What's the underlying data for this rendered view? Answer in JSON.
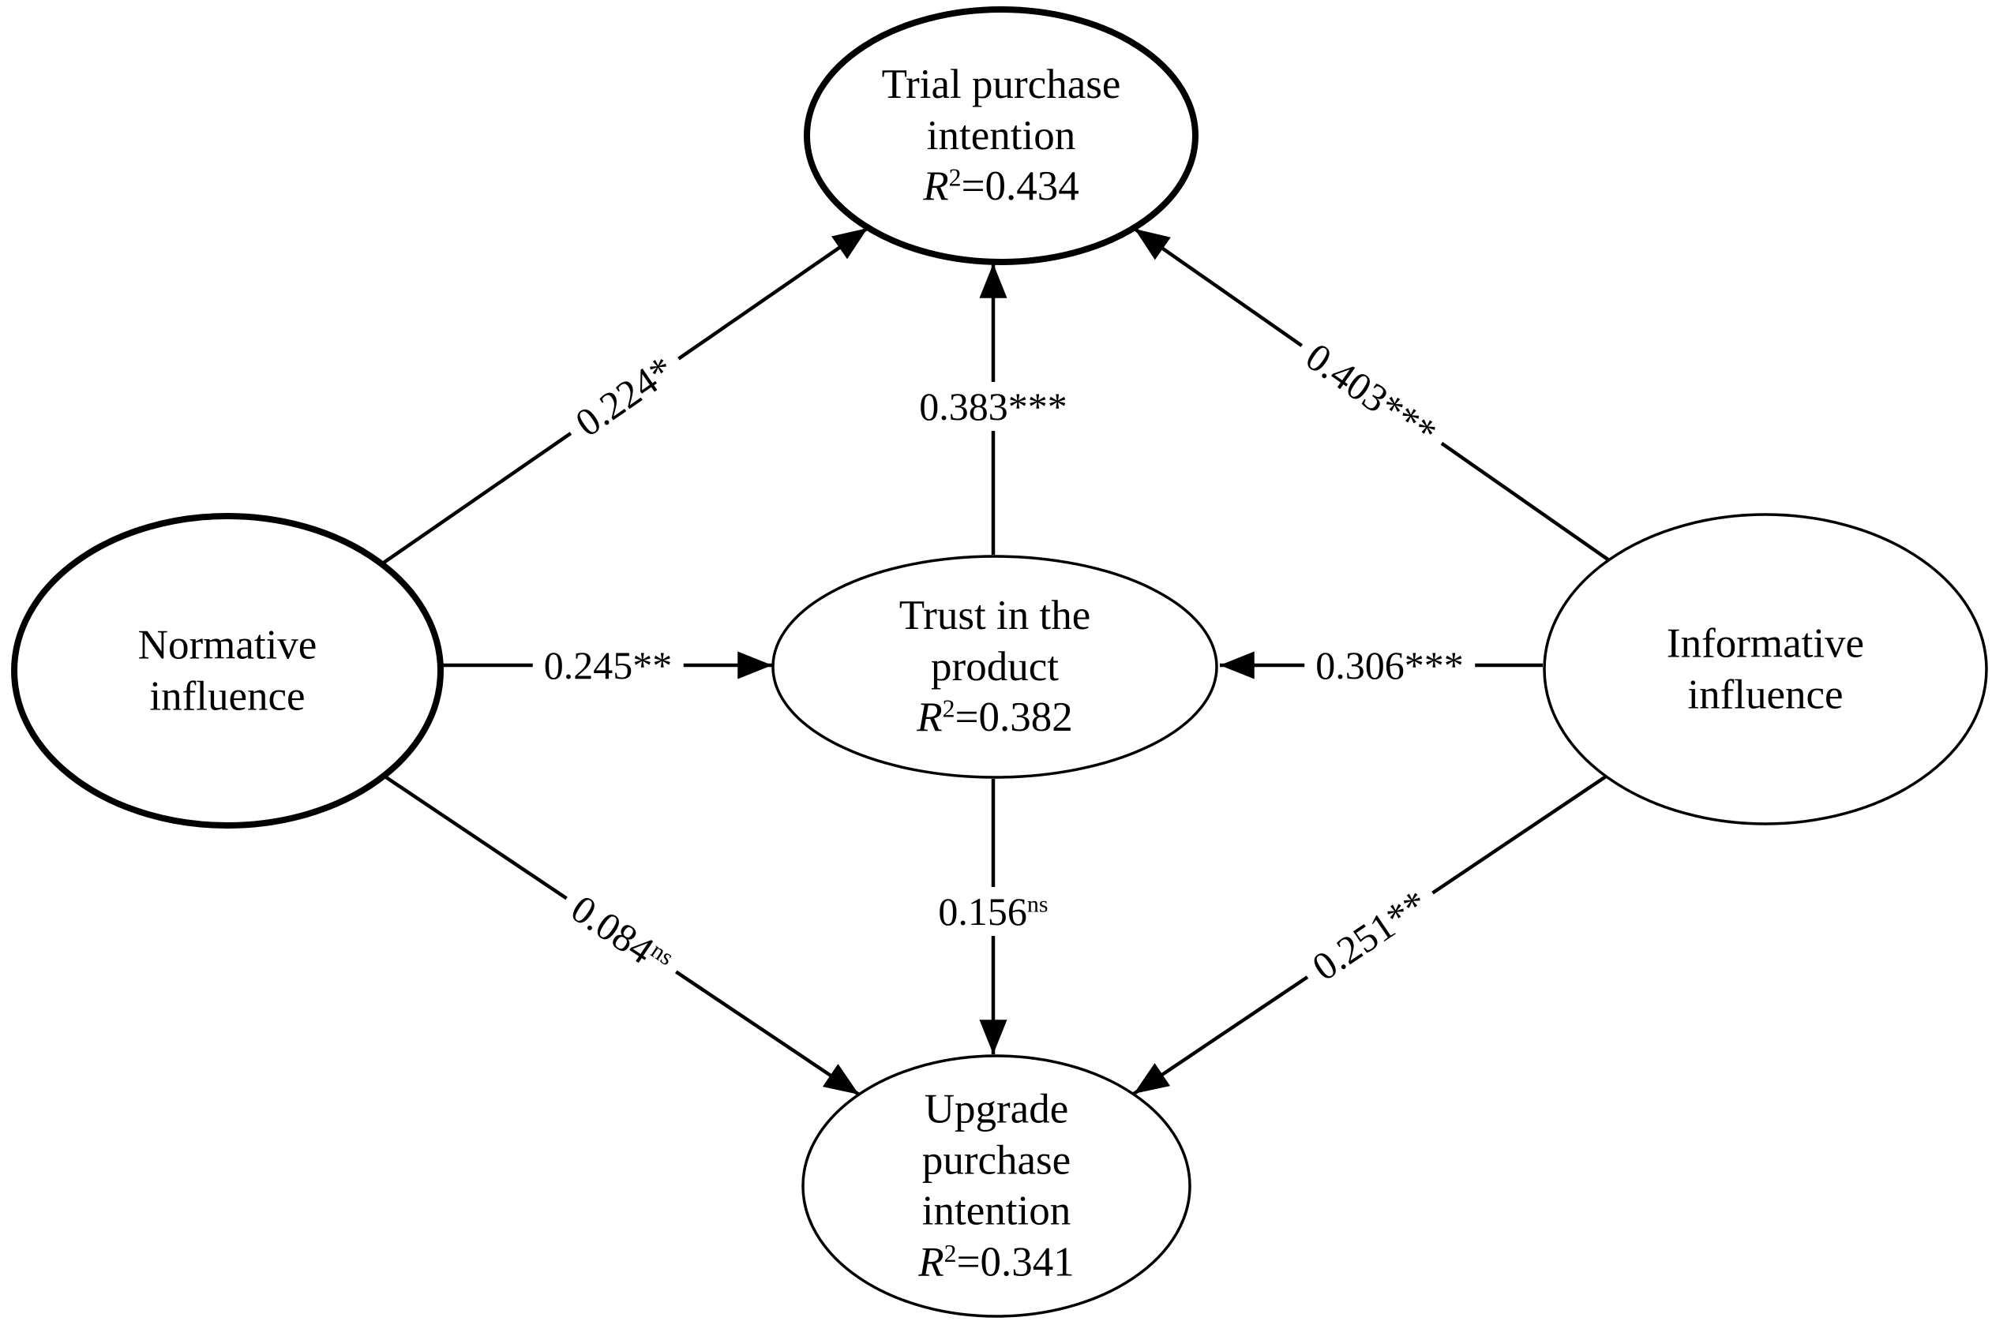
{
  "diagram": {
    "type": "sem-path-model",
    "colors": {
      "stroke": "#000000",
      "background": "#ffffff"
    },
    "nodes": {
      "trial": {
        "line1": "Trial purchase",
        "line2": "intention",
        "r2_base": "R",
        "r2_sup": "2",
        "r2_eq": "=0.434",
        "border": "bold"
      },
      "normative": {
        "line1": "Normative",
        "line2": "influence",
        "border": "bold"
      },
      "trust": {
        "line1": "Trust in the",
        "line2": "product",
        "r2_base": "R",
        "r2_sup": "2",
        "r2_eq": "=0.382",
        "border": "thin"
      },
      "informative": {
        "line1": "Informative",
        "line2": "influence",
        "border": "thin"
      },
      "upgrade": {
        "line1": "Upgrade",
        "line2": "purchase",
        "line3": "intention",
        "r2_base": "R",
        "r2_sup": "2",
        "r2_eq": "=0.341",
        "border": "thin"
      }
    },
    "paths": [
      {
        "from": "normative",
        "to": "trial",
        "coef": "0.224*",
        "sup": ""
      },
      {
        "from": "normative",
        "to": "trust",
        "coef": "0.245**",
        "sup": ""
      },
      {
        "from": "normative",
        "to": "upgrade",
        "coef": "0.084",
        "sup": "ns"
      },
      {
        "from": "trust",
        "to": "trial",
        "coef": "0.383***",
        "sup": ""
      },
      {
        "from": "trust",
        "to": "upgrade",
        "coef": "0.156",
        "sup": "ns"
      },
      {
        "from": "informative",
        "to": "trial",
        "coef": "0.403***",
        "sup": ""
      },
      {
        "from": "informative",
        "to": "trust",
        "coef": "0.306***",
        "sup": ""
      },
      {
        "from": "informative",
        "to": "upgrade",
        "coef": "0.251**",
        "sup": ""
      }
    ]
  }
}
